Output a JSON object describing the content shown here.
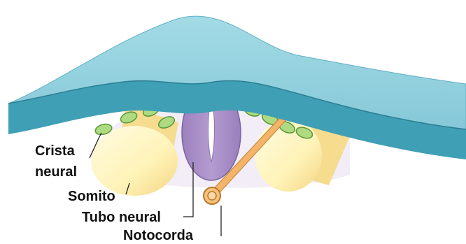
{
  "labels": {
    "crista_line1": "Crista",
    "crista_line2": "neural",
    "somito": "Somito",
    "tubo_neural": "Tubo neural",
    "notocorda": "Notocorda"
  },
  "colors": {
    "ectoderm_top": "#8ecfdd",
    "ectoderm_side": "#3f9fb5",
    "ectoderm_edge": "#2c7f93",
    "neural_tube": "#a88dc4",
    "neural_tube_edge": "#7a63a0",
    "neural_crest": "#a9d67a",
    "neural_crest_edge": "#5f9a3c",
    "somite": "#fff2b0",
    "somite_shadow": "#f2d27a",
    "notochord": "#f4b46a",
    "roof_plate": "#4caf50",
    "mesoderm_bg": "#ece4f3"
  }
}
